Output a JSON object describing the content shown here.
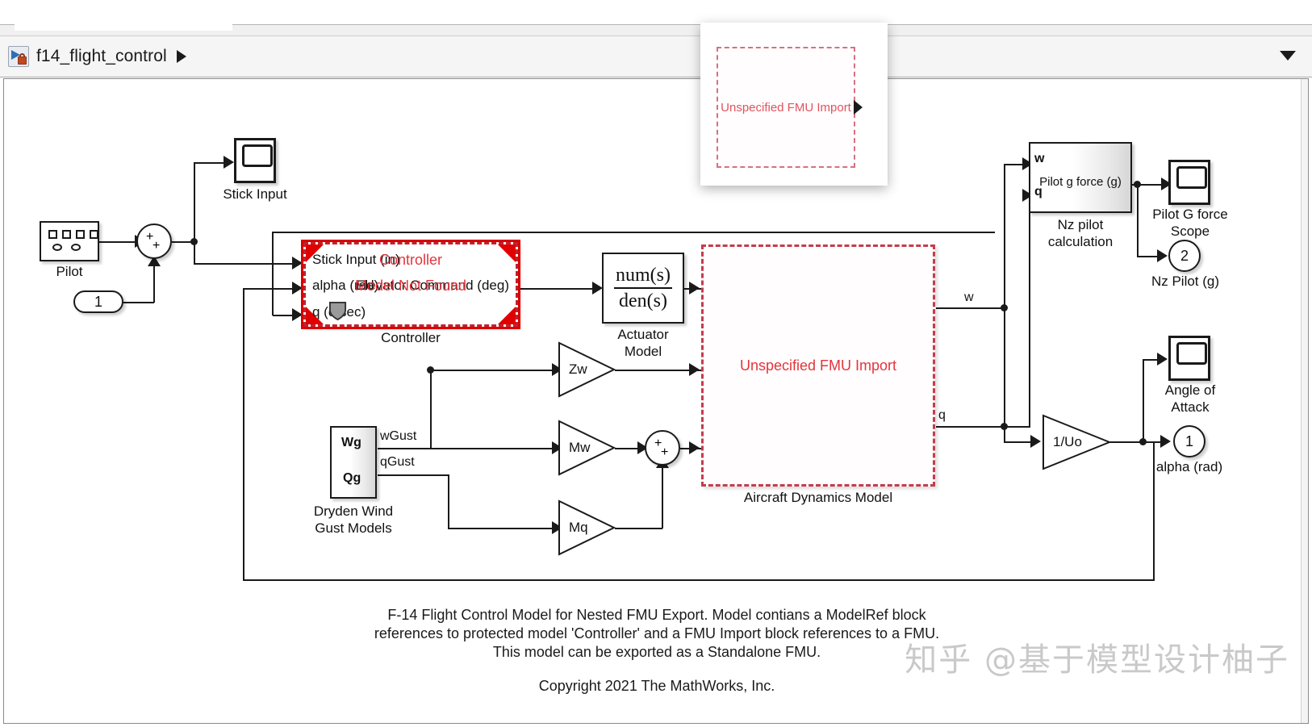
{
  "window": {
    "model_title": "f14_flight_control",
    "breadcrumb_arrow": "breadcrumb-arrow-icon",
    "model_icon": "protected-model-icon",
    "caret": "chevron-down-icon"
  },
  "popup": {
    "fmu_label": "Unspecified FMU\nImport"
  },
  "blocks": {
    "pilot": {
      "label": "Pilot"
    },
    "input_port_1": {
      "value": "1"
    },
    "sum_pilot": {
      "sign_top": "+",
      "sign_bottom": "+"
    },
    "stick_input_scope": {
      "label": "Stick Input"
    },
    "controller": {
      "caption": "Controller",
      "center_line_1": "Controller",
      "center_line_2": "Model Not Found",
      "in_1": "Stick Input (in)",
      "in_2": "alpha (rad)",
      "in_3": "q (d/sec)",
      "out_1": "Elevator Command (deg)",
      "shield": "shield-icon"
    },
    "actuator": {
      "num": "num(s)",
      "den": "den(s)",
      "label": "Actuator\nModel"
    },
    "gain_zw": {
      "label": "Zw"
    },
    "gain_mw": {
      "label": "Mw"
    },
    "gain_mq": {
      "label": "Mq"
    },
    "sum_gust": {
      "sign_top": "+",
      "sign_bottom": "+"
    },
    "dryden": {
      "label": "Dryden Wind\nGust Models",
      "out_1_port": "Wg",
      "out_2_port": "Qg",
      "out_1_signal": "wGust",
      "out_2_signal": "qGust"
    },
    "aircraft_dynamics": {
      "body_text": "Unspecified FMU\nImport",
      "label": "Aircraft Dynamics Model",
      "out_signal_w": "w",
      "out_signal_q": "q"
    },
    "nz_pilot": {
      "in_1": "w",
      "in_2": "q",
      "body_text": "Pilot g force (g)",
      "label": "Nz pilot\ncalculation"
    },
    "pilot_g_scope": {
      "label": "Pilot G force\nScope"
    },
    "nz_pilot_out": {
      "value": "2",
      "label": "Nz Pilot (g)"
    },
    "gain_inv_uo": {
      "label": "1/Uo"
    },
    "aoa_scope": {
      "label": "Angle of\nAttack"
    },
    "alpha_out": {
      "value": "1",
      "label": "alpha (rad)"
    }
  },
  "annotations": {
    "caption_line_1": "F-14 Flight Control Model for Nested FMU Export. Model contians a ModelRef block",
    "caption_line_2": "references to protected model 'Controller' and a FMU Import block references to a FMU.",
    "caption_line_3": "This model can be exported as a Standalone FMU.",
    "copyright": "Copyright 2021 The MathWorks, Inc.",
    "watermark": "知乎 @基于模型设计柚子"
  },
  "colors": {
    "error_red": "#e2353c",
    "dashed_red": "#c43c4e",
    "line_black": "#1a1a1a",
    "canvas_bg": "#ffffff"
  }
}
